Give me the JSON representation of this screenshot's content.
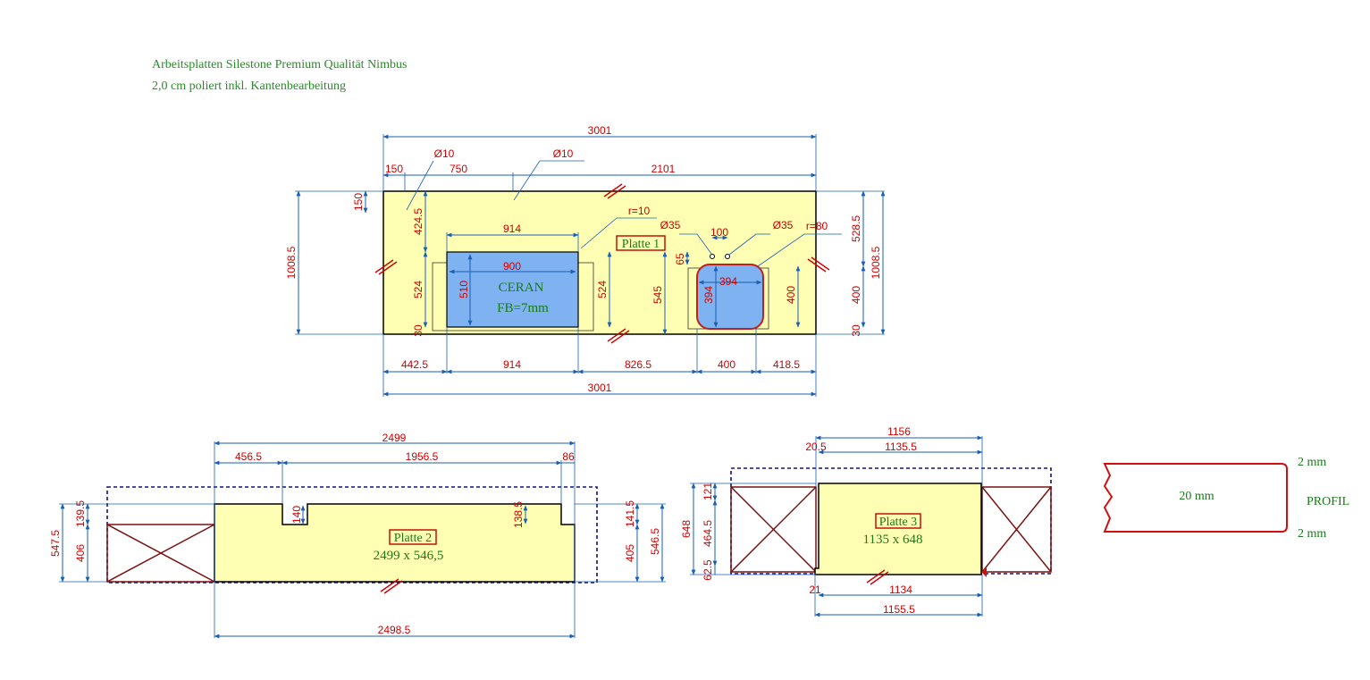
{
  "header": {
    "line1": "Arbeitsplatten Silestone Premium Qualität Nimbus",
    "line2": "2,0 cm poliert inkl. Kantenbearbeitung"
  },
  "plate1": {
    "label": "Platte 1",
    "ceran_label": "CERAN",
    "ceran_fb": "FB=7mm",
    "dims": {
      "total_top": "3001",
      "d150_top": "150",
      "d750": "750",
      "d2101": "2101",
      "dia10_a": "Ø10",
      "dia10_b": "Ø10",
      "h150": "150",
      "h424_5": "424.5",
      "d914_top": "914",
      "r10": "r=10",
      "dia35_a": "Ø35",
      "d100": "100",
      "dia35_b": "Ø35",
      "r80": "r=80",
      "h528_5": "528.5",
      "h1008_5_left": "1008.5",
      "h1008_5_right": "1008.5",
      "d900": "900",
      "h510": "510",
      "h524_left": "524",
      "h524_right": "524",
      "h545": "545",
      "h65": "65",
      "d394_w": "394",
      "d394_h": "394",
      "h400_inner": "400",
      "h400_right": "400",
      "h30_left": "30",
      "h30_right": "30",
      "d442_5": "442.5",
      "d914_bottom": "914",
      "d826_5": "826.5",
      "d400": "400",
      "d418_5": "418.5",
      "total_bottom": "3001"
    }
  },
  "plate2": {
    "label": "Platte 2",
    "size": "2499 x 546,5",
    "dims": {
      "total_top": "2499",
      "d456_5": "456.5",
      "d1956_5": "1956.5",
      "d86": "86",
      "h547_5": "547.5",
      "h139_5": "139.5",
      "h406": "406",
      "h140": "140",
      "h138_5": "138.5",
      "h141_5": "141.5",
      "h405": "405",
      "h546_5": "546.5",
      "total_bottom": "2498.5"
    }
  },
  "plate3": {
    "label": "Platte 3",
    "size": "1135 x 648",
    "dims": {
      "total_top": "1156",
      "d20_5": "20.5",
      "d1135_5": "1135.5",
      "h648": "648",
      "h121": "121",
      "h464_5": "464.5",
      "h62_5": "62.5",
      "d21": "21",
      "d1134": "1134",
      "total_bottom": "1155.5"
    }
  },
  "profile": {
    "thickness": "20 mm",
    "top": "2 mm",
    "bottom": "2 mm",
    "label": "PROFIL"
  },
  "colors": {
    "plate_fill": "#ffffb4",
    "cutout_fill": "#7fb2f0",
    "dimension_line": "#1a5fb4",
    "dimension_text": "#d00000",
    "label_text": "#1a7a1a"
  }
}
